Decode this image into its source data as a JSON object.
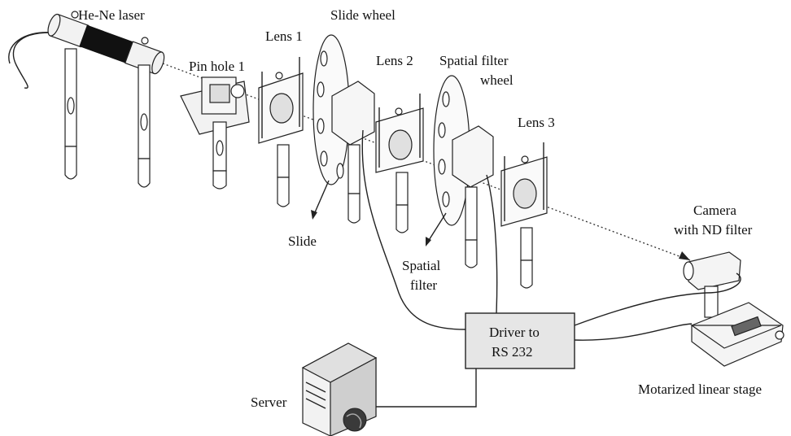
{
  "labels": {
    "laser": "He-Ne laser",
    "pinhole": "Pin hole 1",
    "lens1": "Lens 1",
    "slide_wheel": "Slide wheel",
    "lens2": "Lens 2",
    "spatial_filter_wheel_1": "Spatial filter",
    "spatial_filter_wheel_2": "wheel",
    "lens3": "Lens 3",
    "slide": "Slide",
    "spatial_filter_1": "Spatial",
    "spatial_filter_2": "filter",
    "camera_1": "Camera",
    "camera_2": "with ND filter",
    "driver_1": "Driver to",
    "driver_2": "RS 232",
    "server": "Server",
    "stage": "Motarized linear stage"
  },
  "colors": {
    "line": "#222222",
    "box_fill": "#e6e6e6",
    "part_fill": "#f2f2f2",
    "laser_band": "#111111",
    "globe": "#3a3a3a"
  }
}
